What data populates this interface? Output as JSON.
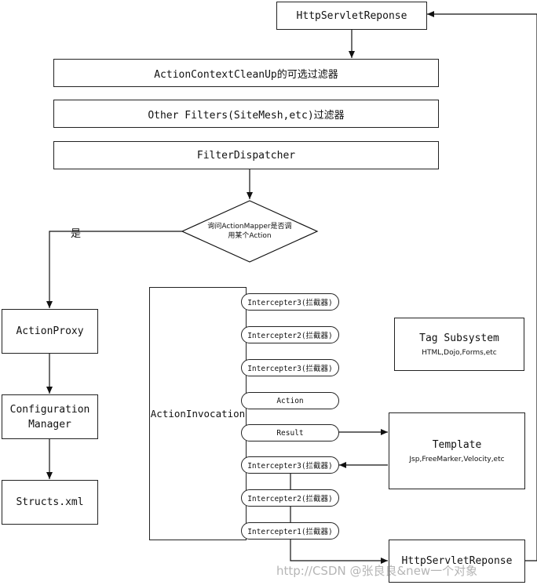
{
  "nodes": {
    "http_response_top": "HttpServletReponse",
    "action_context_cleanup": "ActionContextCleanUp的可选过滤器",
    "other_filters": "Other Filters(SiteMesh,etc)过滤器",
    "filter_dispatcher": "FilterDispatcher",
    "decision": "询问ActionMapper是否调用某个Action",
    "decision_line1": "询问ActionMapper是否调",
    "decision_line2": "用某个Action",
    "yes_label": "是",
    "action_proxy": "ActionProxy",
    "configuration_manager_line1": "Configuration",
    "configuration_manager_line2": "Manager",
    "structs_xml": "Structs.xml",
    "action_invocation": "ActionInvocation",
    "tag_subsystem_title": "Tag Subsystem",
    "tag_subsystem_sub": "HTML,Dojo,Forms,etc",
    "template_title": "Template",
    "template_sub": "Jsp,FreeMarker,Velocity,etc",
    "http_response_bottom": "HttpServletReponse"
  },
  "invocation_stack": [
    "Intercepter3(拦截器)",
    "Intercepter2(拦截器)",
    "Intercepter3(拦截器)",
    "Action",
    "Result",
    "Intercepter3(拦截器)",
    "Intercepter2(拦截器)",
    "Intercepter1(拦截器)"
  ],
  "watermark": "http://CSDN @张良良&new一个对象"
}
